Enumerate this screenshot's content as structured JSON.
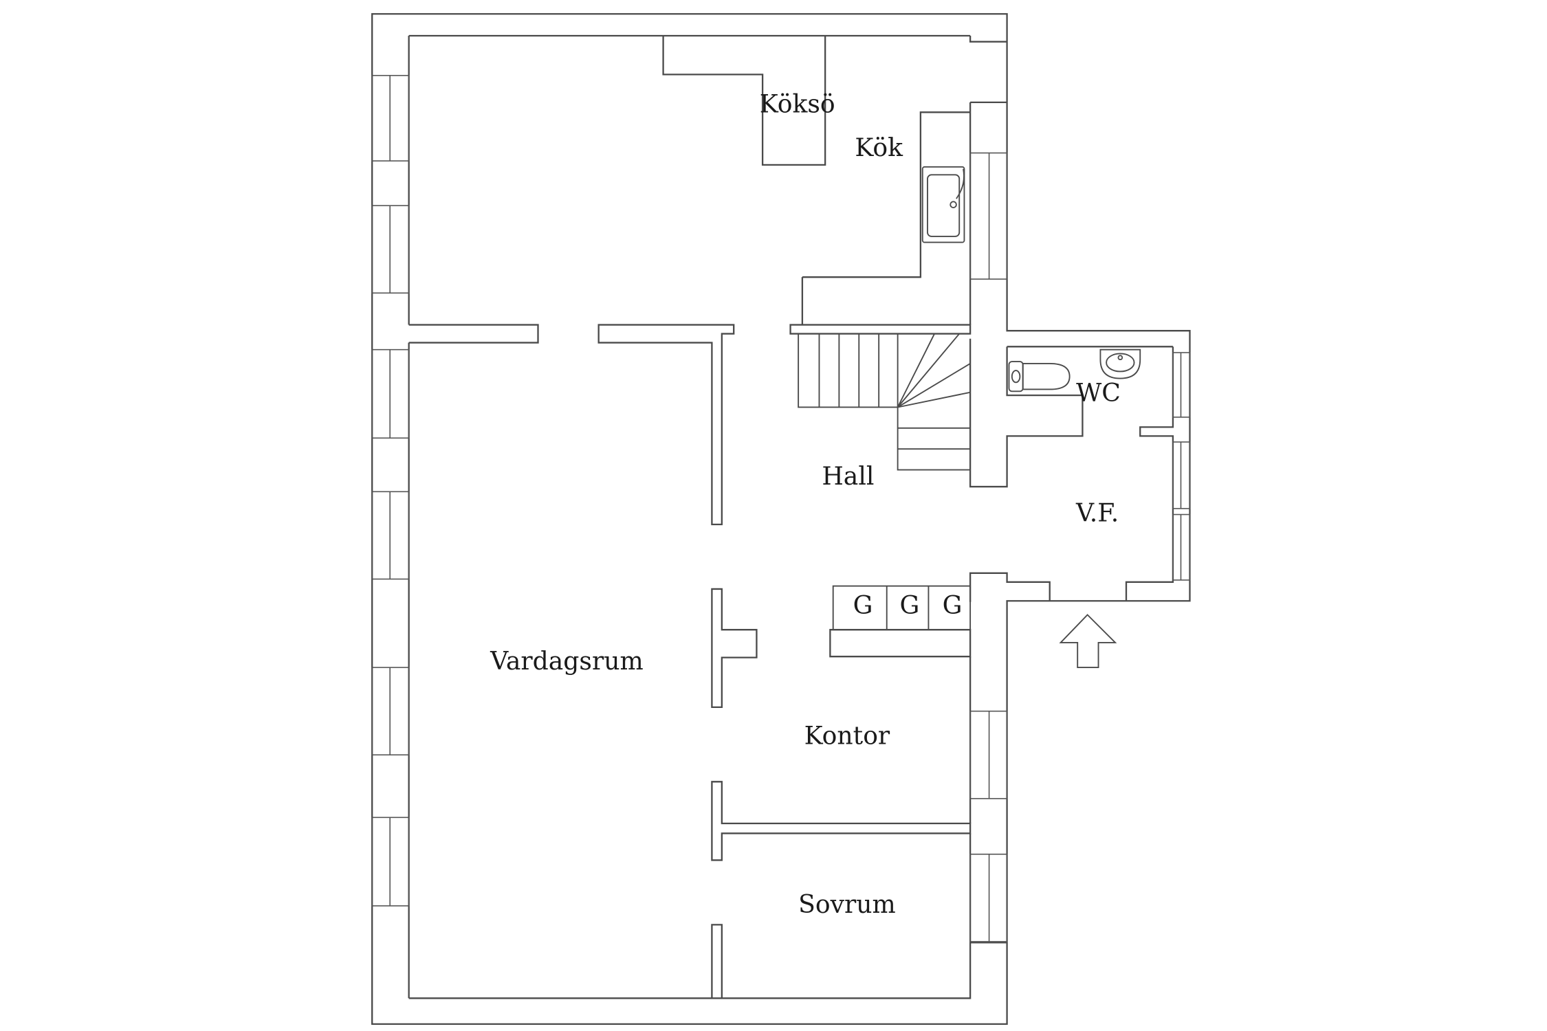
{
  "plan": {
    "rooms": {
      "kokso": "Köksö",
      "kok": "Kök",
      "wc": "WC",
      "hall": "Hall",
      "vf": "V.F.",
      "vardagsrum": "Vardagsrum",
      "kontor": "Kontor",
      "sovrum": "Sovrum"
    },
    "wardrobes": [
      "G",
      "G",
      "G"
    ]
  },
  "colors": {
    "wall": "#4a4a4a",
    "background": "#ffffff",
    "text": "#1a1a1a"
  },
  "icons": [
    "kitchen-sink-icon",
    "toilet-icon",
    "washbasin-icon",
    "entrance-arrow-icon",
    "staircase-icon"
  ]
}
